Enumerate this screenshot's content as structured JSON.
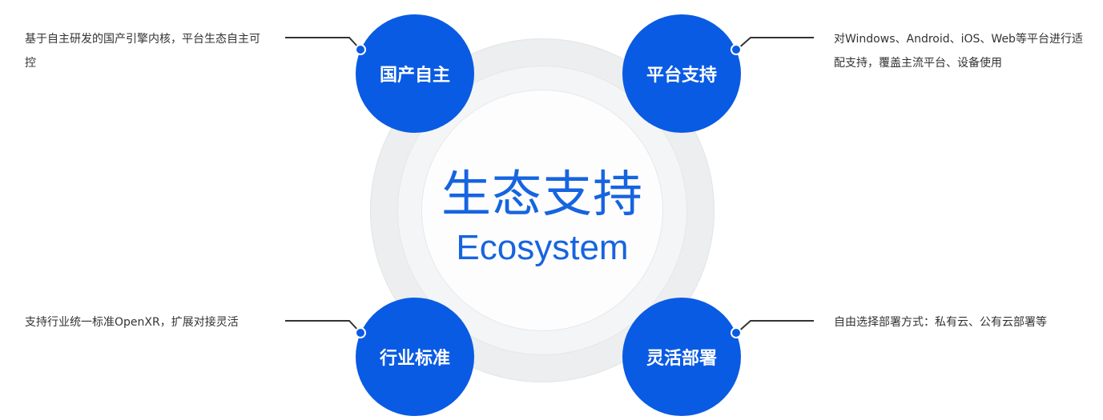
{
  "center": {
    "title": "生态支持",
    "subtitle": "Ecosystem"
  },
  "nodes": [
    {
      "label": "国产自主",
      "description": "基于自主研发的国产引擎内核，平台生态自主可控"
    },
    {
      "label": "平台支持",
      "description": "对Windows、Android、iOS、Web等平台进行适配支持，覆盖主流平台、设备使用"
    },
    {
      "label": "行业标准",
      "description": "支持行业统一标准OpenXR，扩展对接灵活"
    },
    {
      "label": "灵活部署",
      "description": "自由选择部署方式：私有云、公有云部署等"
    }
  ],
  "colors": {
    "accent": "#0a5be3",
    "title_text": "#1664e0",
    "body_text": "#333333"
  }
}
